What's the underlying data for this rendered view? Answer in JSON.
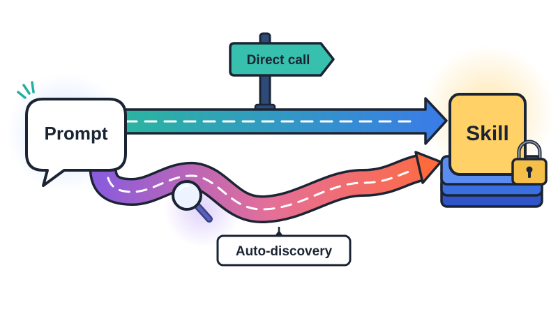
{
  "nodes": {
    "prompt": {
      "label": "Prompt"
    },
    "skill": {
      "label": "Skill"
    }
  },
  "paths": {
    "direct": {
      "label": "Direct call"
    },
    "auto": {
      "label": "Auto-discovery"
    }
  },
  "icons": [
    "magnifier-icon",
    "lock-icon",
    "signpost-icon",
    "speech-bubble-icon",
    "sparkle-icon"
  ],
  "colors": {
    "outline": "#1b2433",
    "direct_start": "#2ab5a0",
    "direct_end": "#3a7be8",
    "auto_start": "#8a5cdc",
    "auto_mid": "#e56f97",
    "auto_end": "#ff6a3d",
    "skill_fill": "#ffd166",
    "stack_blue": "#3a6fe0",
    "sign_fill": "#36c0ad",
    "lock_fill": "#f5c04a",
    "sparkle": "#22b0a2"
  }
}
